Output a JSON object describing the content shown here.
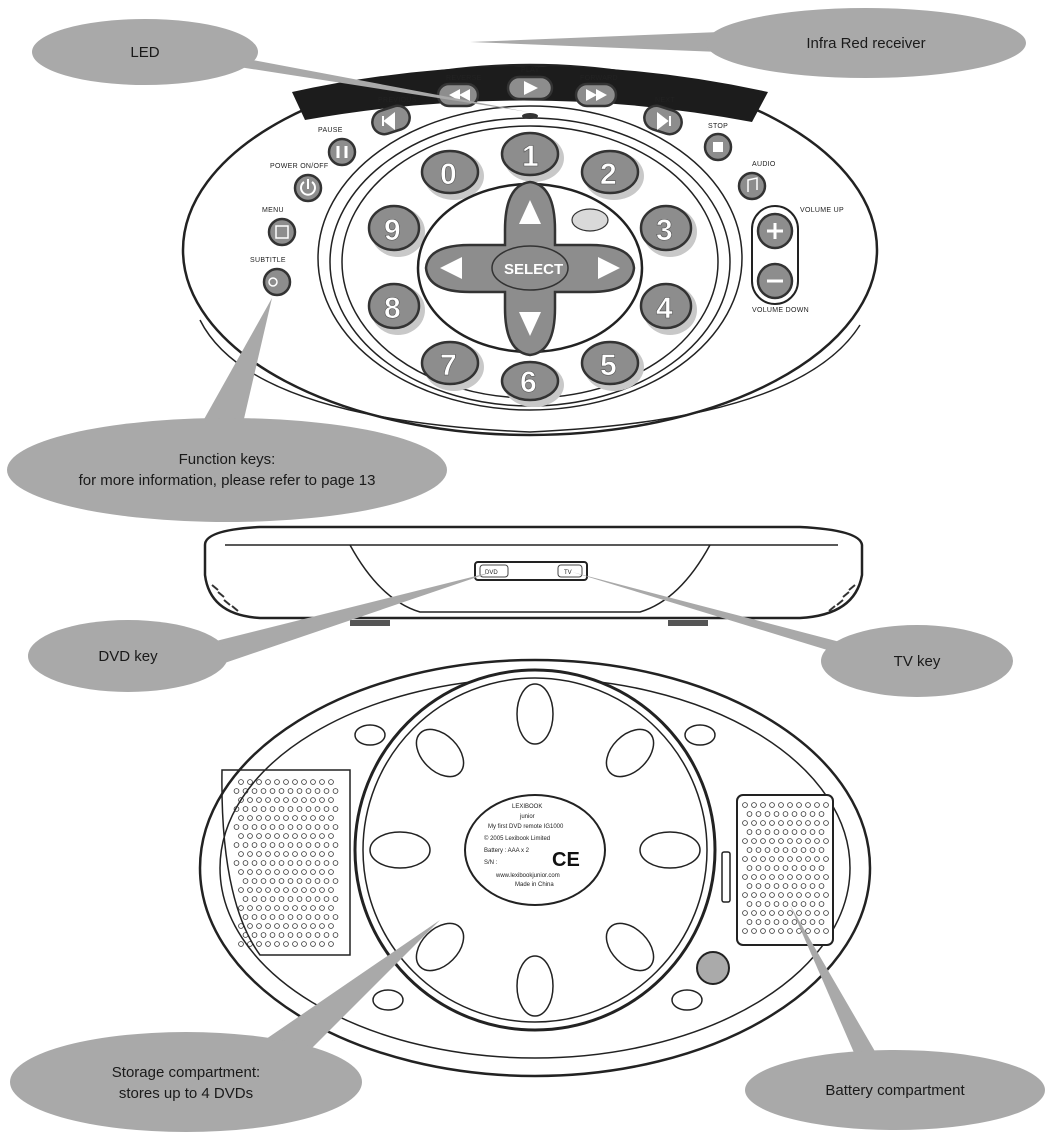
{
  "callouts": {
    "led": "LED",
    "ir": "Infra Red receiver",
    "function_line1": "Function keys:",
    "function_line2": "for more information, please refer to page 13",
    "dvd": "DVD key",
    "tv": "TV key",
    "storage_line1": "Storage compartment:",
    "storage_line2": "stores up to 4 DVDs",
    "battery": "Battery compartment"
  },
  "buttons": {
    "reverse": "REVERSE",
    "play": "PLAY",
    "forward": "FORWARD",
    "previous": "PREVIOUS",
    "next": "NEXT",
    "pause": "PAUSE",
    "stop": "STOP",
    "power": "POWER ON/OFF",
    "audio": "AUDIO",
    "menu": "MENU",
    "subtitle": "SUBTITLE",
    "volume_up": "VOLUME UP",
    "volume_down": "VOLUME DOWN",
    "select": "SELECT"
  },
  "numbers": [
    "0",
    "1",
    "2",
    "3",
    "4",
    "5",
    "6",
    "7",
    "8",
    "9"
  ],
  "side_keys": {
    "dvd": "DVD",
    "tv": "TV"
  },
  "back_label": {
    "brand": "LEXIBOOK",
    "sub": "junior",
    "model": "My first DVD remote   IG1000",
    "copyright": "© 2005 Lexibook Limited",
    "battery": "Battery : AAA x 2",
    "sn": "S/N :",
    "ce": "CE",
    "web": "www.lexibookjunior.com",
    "made": "Made in China"
  },
  "colors": {
    "callout": "#a9a9a9",
    "key": "#8d8d8d",
    "band": "#1c1c1c"
  }
}
